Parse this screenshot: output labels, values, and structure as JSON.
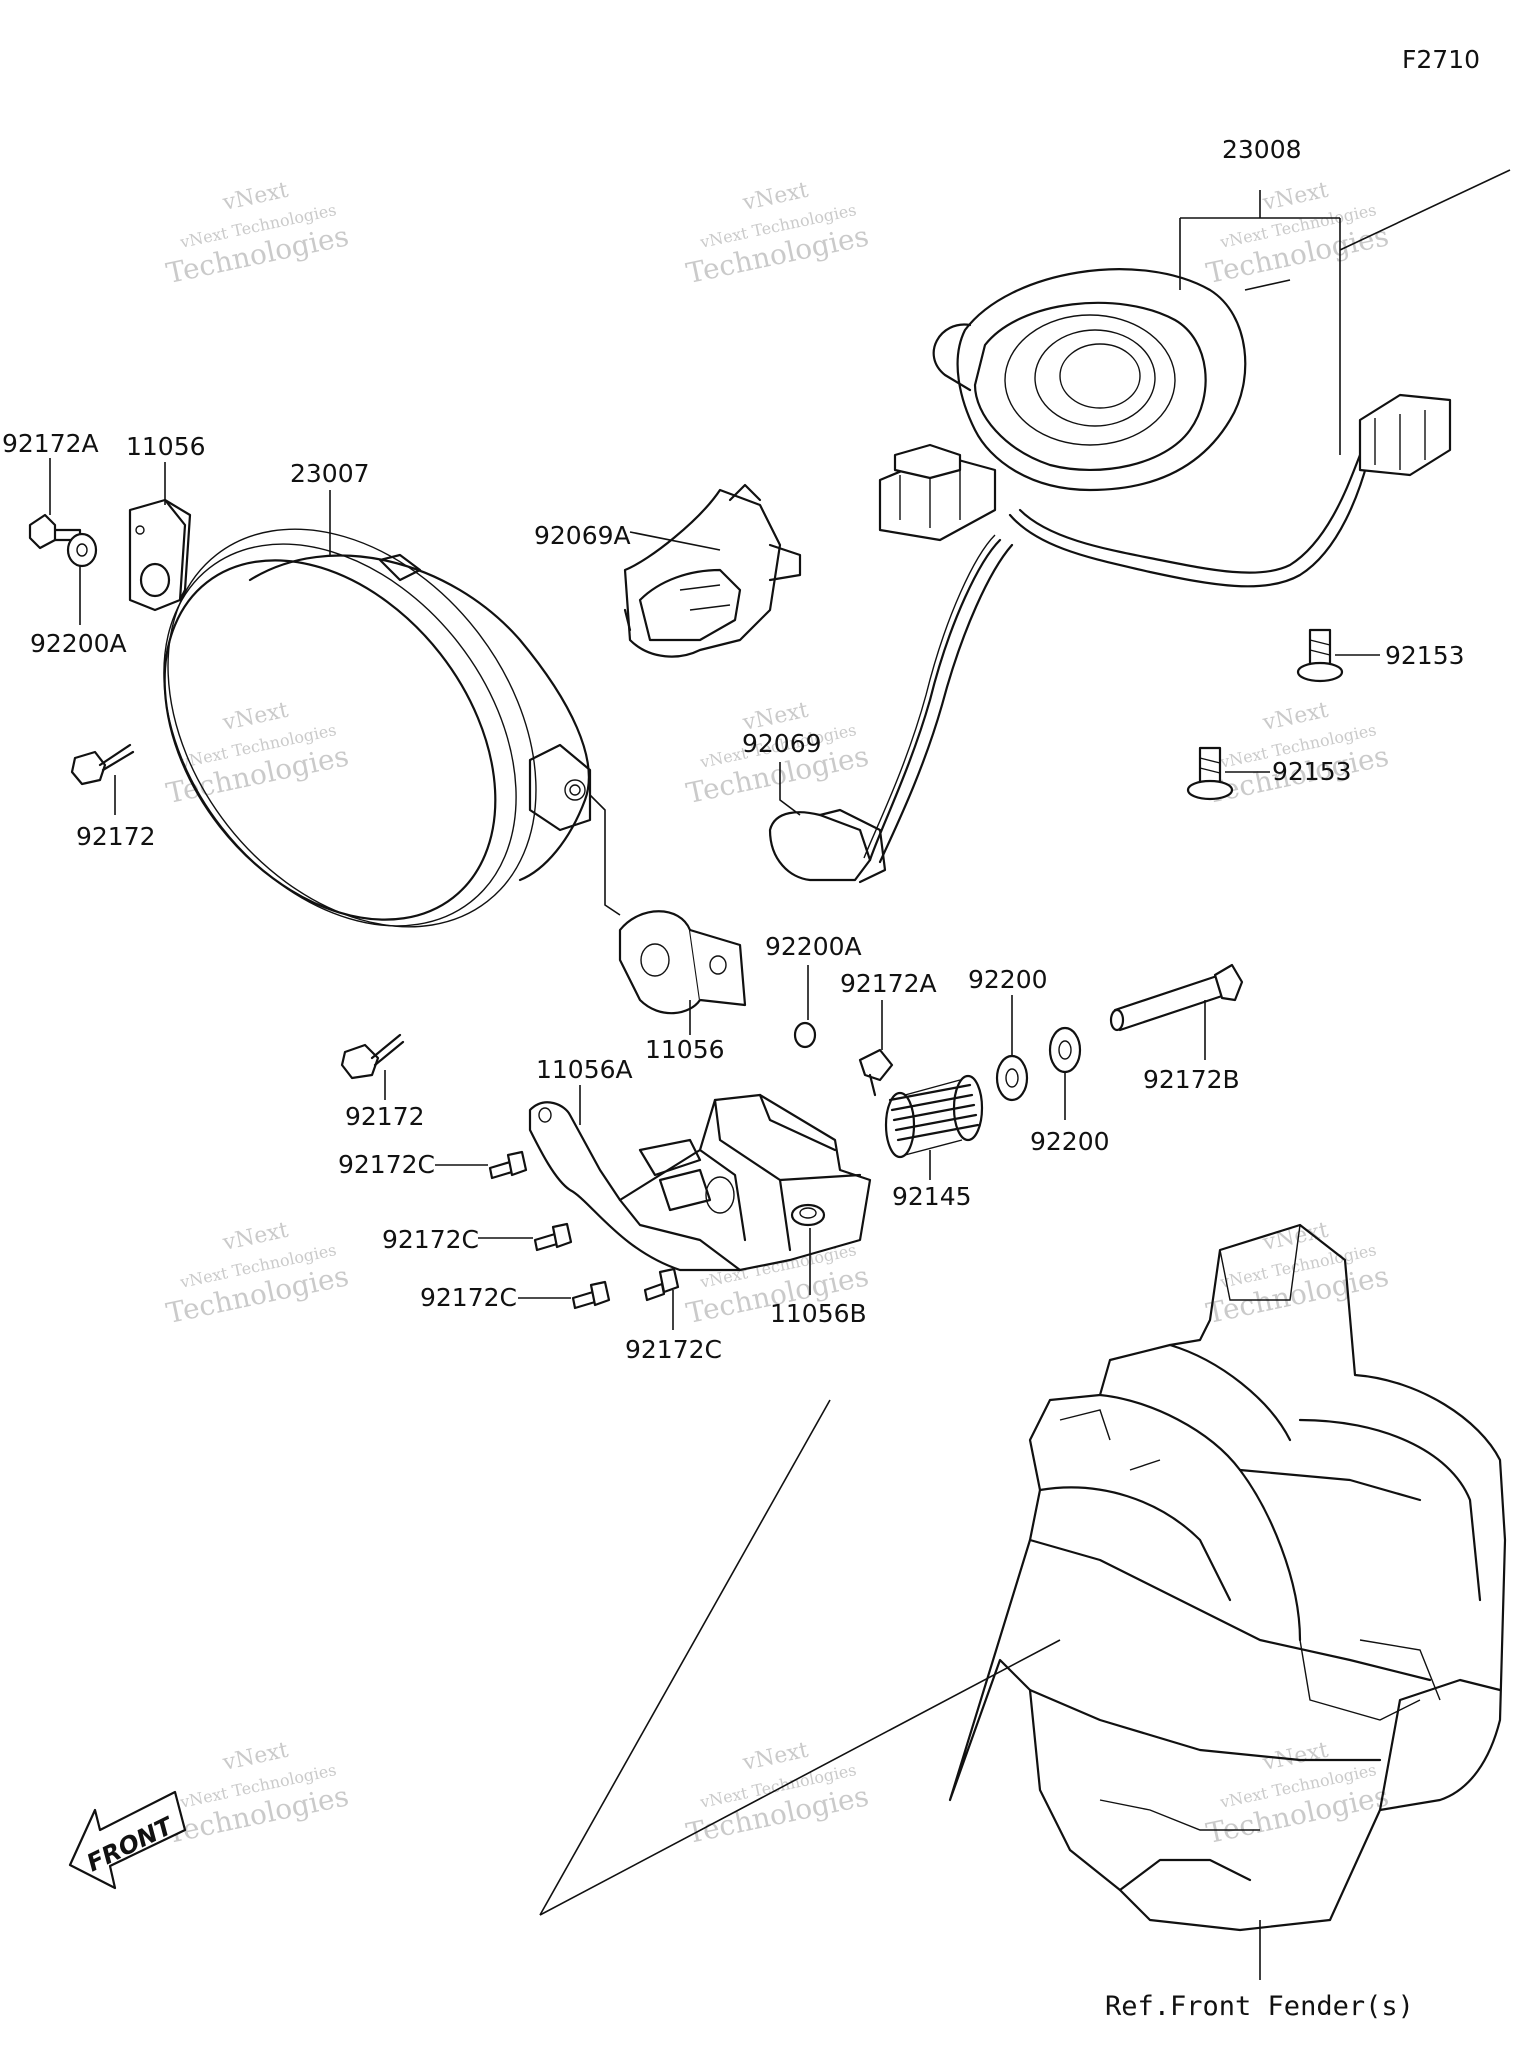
{
  "figure_code": "F2710",
  "watermark": {
    "line1": "vNext",
    "line2": "vNext Technologies",
    "line3": "Technologies"
  },
  "labels": {
    "p23008": "23008",
    "p92172A_top": "92172A",
    "p11056_top": "11056",
    "p23007": "23007",
    "p92069A": "92069A",
    "p92200A_left": "92200A",
    "p92153_a": "92153",
    "p92153_b": "92153",
    "p92069": "92069",
    "p92172_left": "92172",
    "p92200A_mid": "92200A",
    "p92172A_mid": "92172A",
    "p92200_a": "92200",
    "p11056_mid": "11056",
    "p92172B": "92172B",
    "p92172_low": "92172",
    "p11056A": "11056A",
    "p92200_b": "92200",
    "p92172C_a": "92172C",
    "p92145": "92145",
    "p92172C_b": "92172C",
    "p92172C_c": "92172C",
    "p11056B": "11056B",
    "p92172C_d": "92172C"
  },
  "front_arrow_label": "FRONT",
  "ref_label": "Ref.Front Fender(s)"
}
